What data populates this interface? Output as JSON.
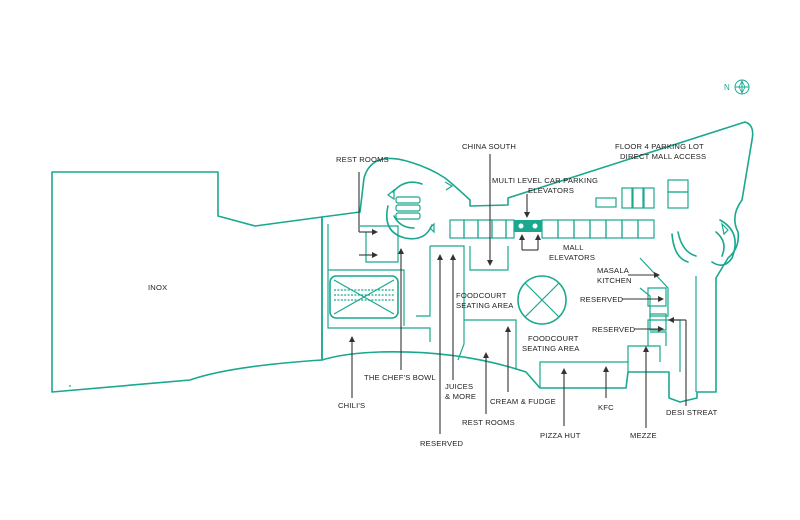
{
  "compass": {
    "label": "N"
  },
  "labels": {
    "inox": "INOX",
    "rest_rooms_top": "REST ROOMS",
    "china_south": "CHINA SOUTH",
    "floor4_line1": "FLOOR 4 PARKING LOT",
    "floor4_line2": "DIRECT MALL ACCESS",
    "multilevel_line1": "MULTI LEVEL CAR PARKING",
    "multilevel_line2": "ELEVATORS",
    "mall_elev_line1": "MALL",
    "mall_elev_line2": "ELEVATORS",
    "masala_line1": "MASALA",
    "masala_line2": "KITCHEN",
    "reserved_right_1": "RESERVED",
    "reserved_right_2": "RESERVED",
    "foodcourt1_line1": "FOODCOURT",
    "foodcourt1_line2": "SEATING AREA",
    "foodcourt2_line1": "FOODCOURT",
    "foodcourt2_line2": "SEATING AREA",
    "chefs_bowl": "THE CHEF'S BOWL",
    "chilis": "CHILI'S",
    "juices_line1": "JUICES",
    "juices_line2": "& MORE",
    "cream_fudge": "CREAM & FUDGE",
    "rest_rooms_bottom": "REST ROOMS",
    "reserved_bottom": "RESERVED",
    "pizza_hut": "PIZZA HUT",
    "kfc": "KFC",
    "mezze": "MEZZE",
    "desi_streat": "DESI STREAT"
  },
  "colors": {
    "outline": "#1aa88f",
    "text": "#222222",
    "arrow": "#333333"
  }
}
